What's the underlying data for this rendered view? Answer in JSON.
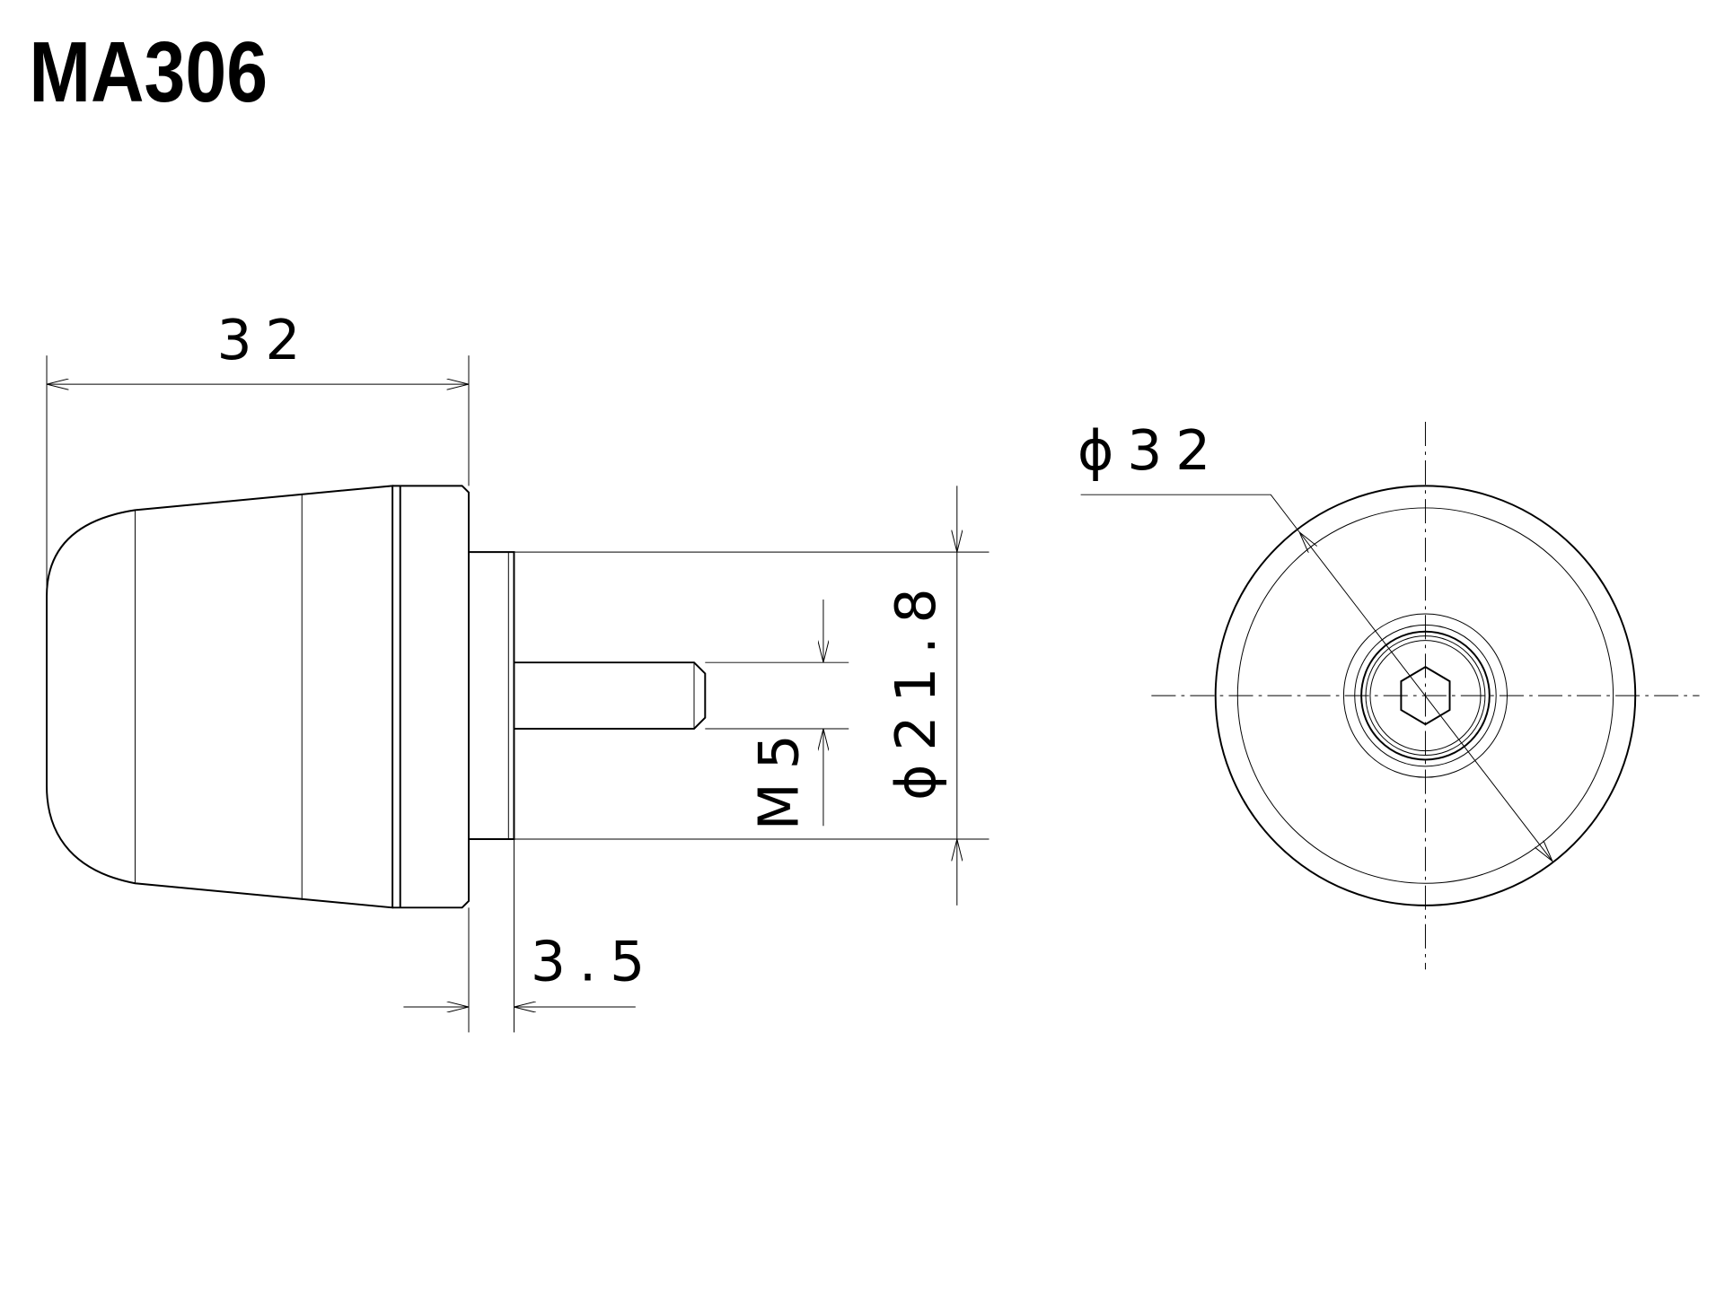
{
  "title": "MA306",
  "dimensions": {
    "overall_length": "32",
    "base_diameter": "ϕ21.8",
    "thread": "M5",
    "step": "3.5",
    "outer_diameter": "ϕ32"
  }
}
